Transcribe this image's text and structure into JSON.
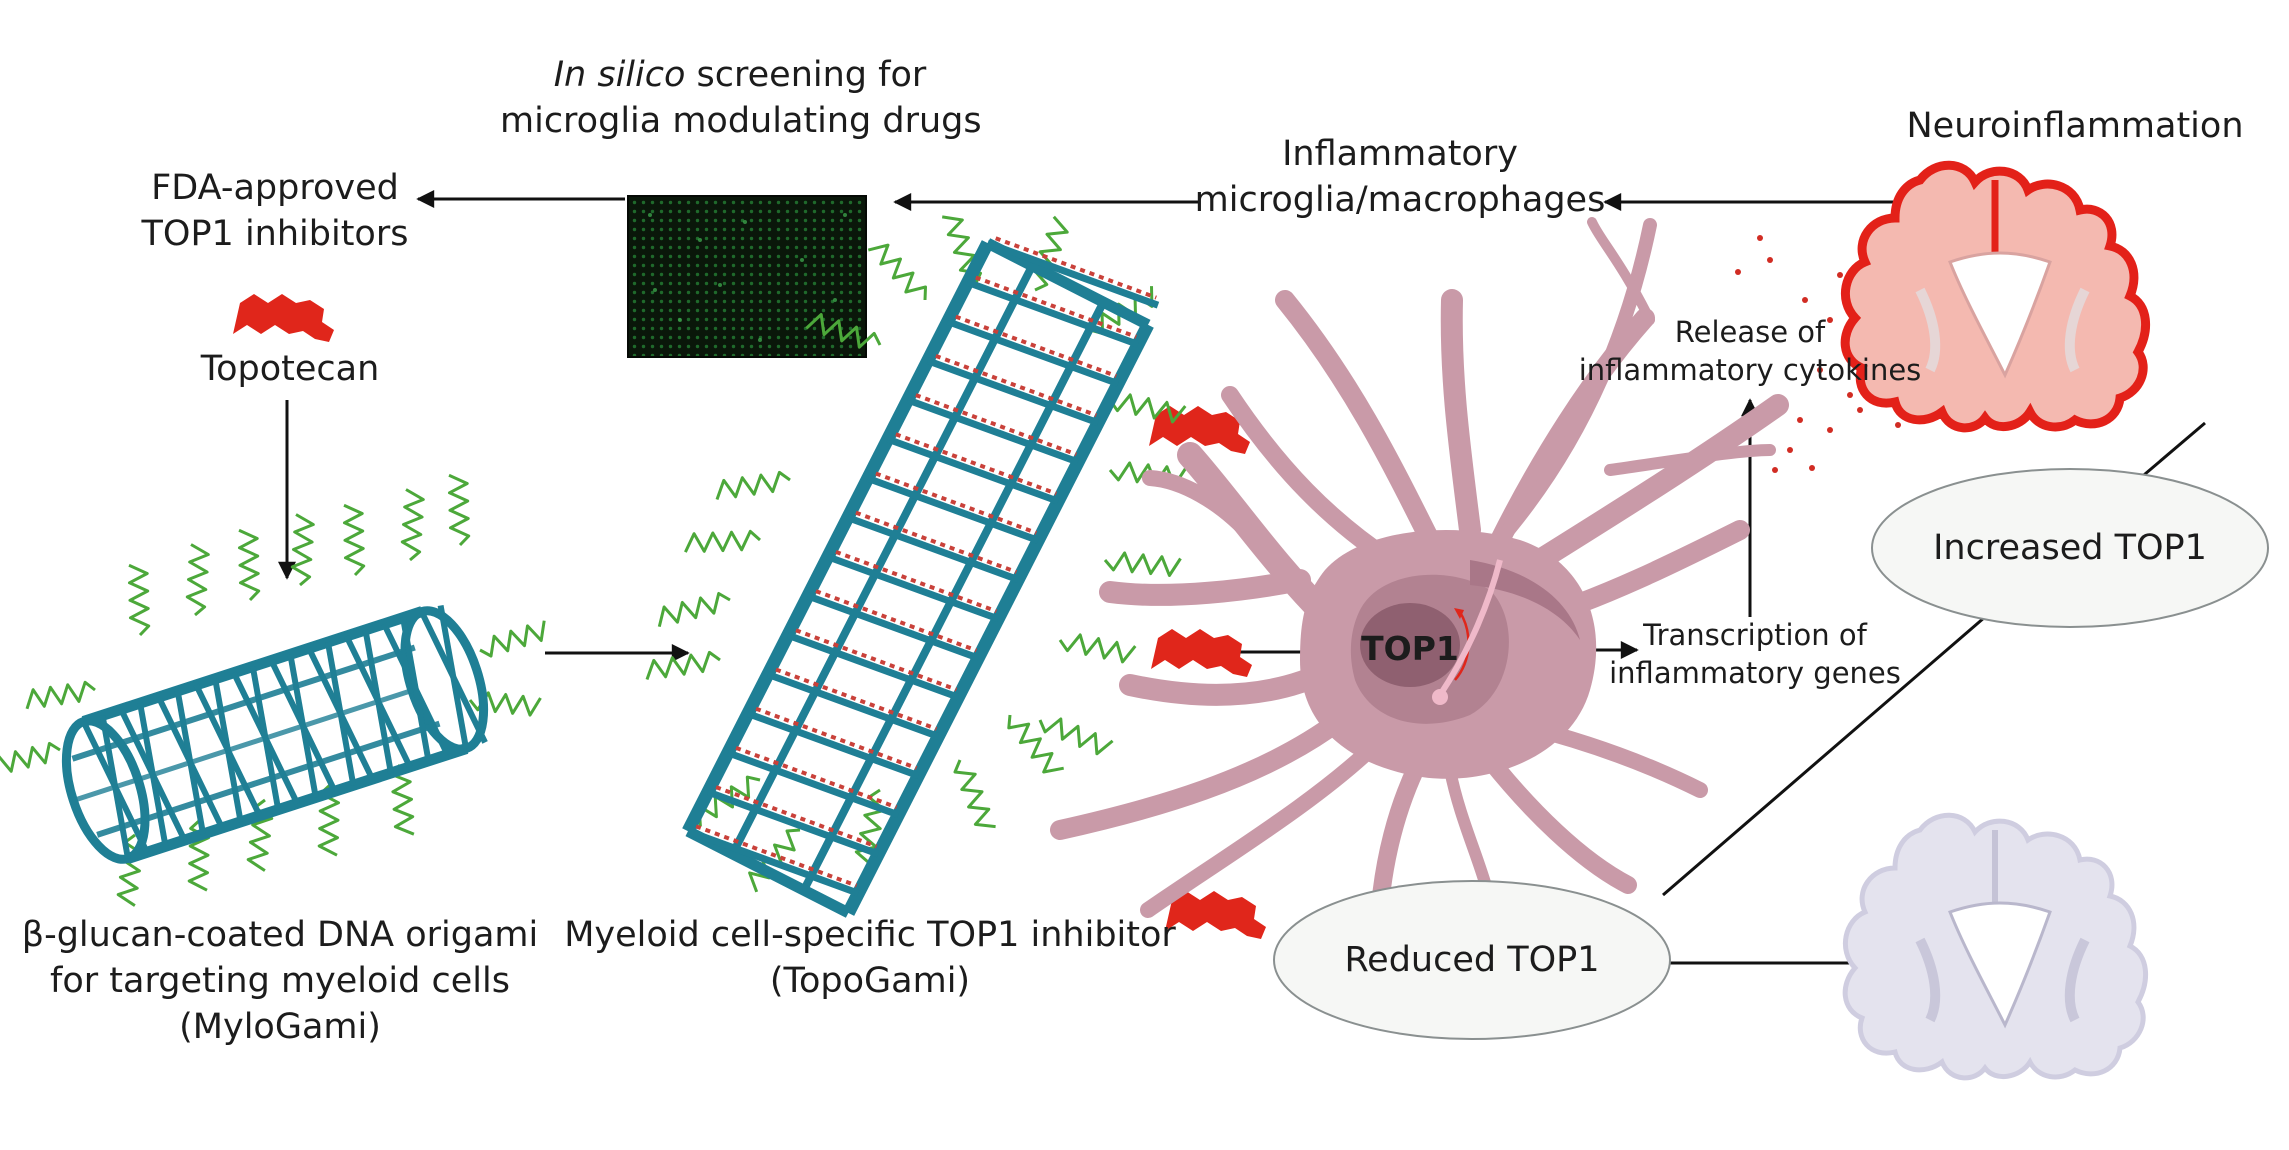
{
  "screening": {
    "line1_italic": "In silico",
    "line1_rest": " screening for",
    "line2": "microglia modulating drugs"
  },
  "fda": {
    "line1": "FDA-approved",
    "line2": "TOP1 inhibitors"
  },
  "topotecan": "Topotecan",
  "inflammatory": {
    "line1": "Inflammatory",
    "line2": "microglia/macrophages"
  },
  "neuroinflammation": "Neuroinflammation",
  "release": {
    "line1": "Release of",
    "line2": "inflammatory cytokines"
  },
  "transcription": {
    "line1": "Transcription of",
    "line2": "inflammatory genes"
  },
  "top1": "TOP1",
  "increased": "Increased TOP1",
  "reduced": "Reduced TOP1",
  "mylogami": {
    "line1": "β-glucan-coated DNA origami",
    "line2": "for targeting myeloid cells",
    "line3": "(MyloGami)"
  },
  "topogami": {
    "line1": "Myeloid cell-specific TOP1 inhibitor",
    "line2": "(TopoGami)"
  },
  "colors": {
    "cell": "#c99aa8",
    "cell_dark": "#a9798a",
    "drug_red": "#e0261b",
    "origami_teal": "#1f7f95",
    "glucan_green": "#4ca83a",
    "brain_red": "#e32119",
    "brain_pink": "#f4b9b0",
    "ellipse_fill": "#f6f7f5",
    "microarray": "#0c1a0c"
  }
}
